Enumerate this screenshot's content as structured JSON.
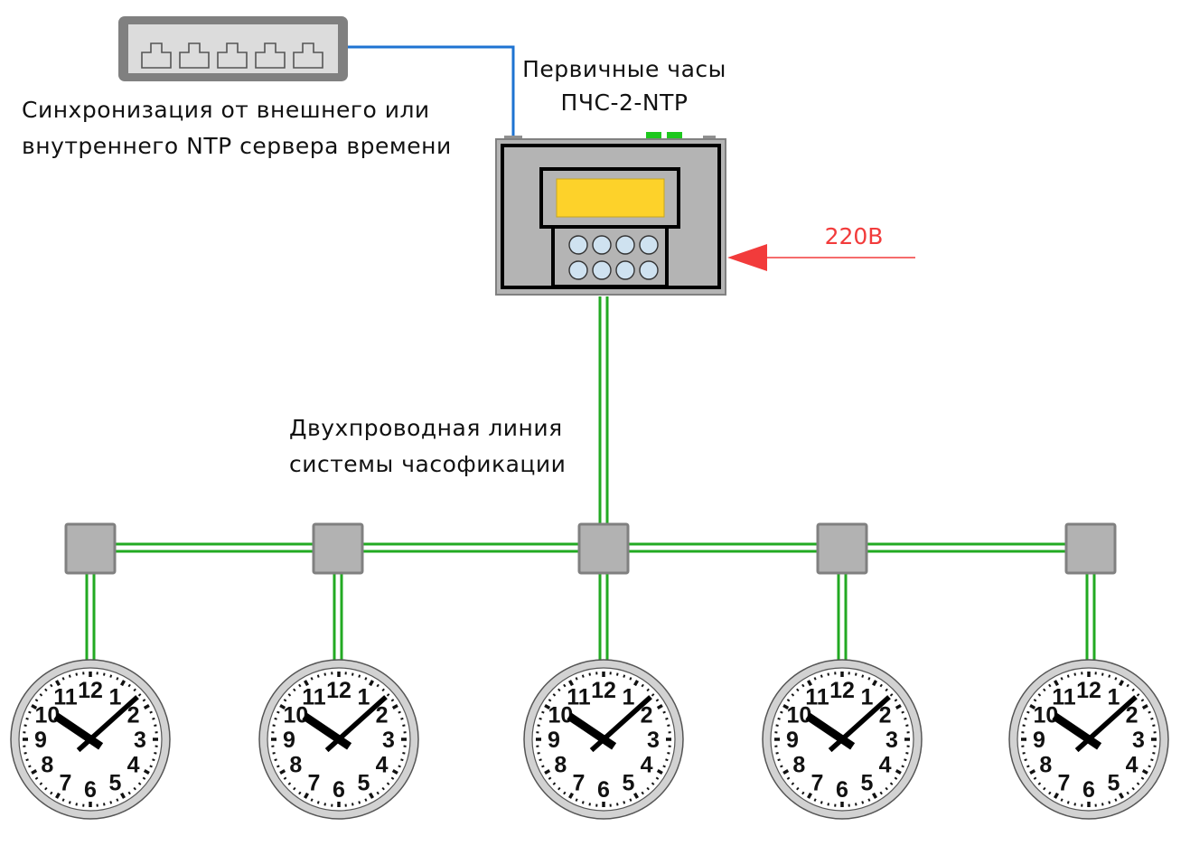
{
  "diagram": {
    "ntp_switch": {
      "label_lines": [
        "Синхронизация  от  внешнего  или",
        "внутреннего NTP сервера времени"
      ],
      "port_count": 5
    },
    "primary_clock": {
      "title_lines": [
        "Первичные часы",
        "ПЧС-2-NTP"
      ],
      "keypad_buttons": 8
    },
    "power": {
      "label": "220В",
      "color": "#f23b3b"
    },
    "line": {
      "label_lines": [
        "Двухпроводная  линия",
        "системы  часофикации"
      ],
      "color": "#22aa22"
    },
    "junction_boxes": 5,
    "secondary_clocks": {
      "count": 5,
      "dial_numbers": [
        "12",
        "1",
        "2",
        "3",
        "4",
        "5",
        "6",
        "7",
        "8",
        "9",
        "10",
        "11"
      ],
      "time_shown": "10:08"
    },
    "colors": {
      "network_cable": "#1e73d2",
      "device_body": "#b4b4b4",
      "display": "#fdd22a",
      "button": "#cfe2f0",
      "junction_fill": "#b2b2b2",
      "junction_border": "#808080"
    }
  }
}
